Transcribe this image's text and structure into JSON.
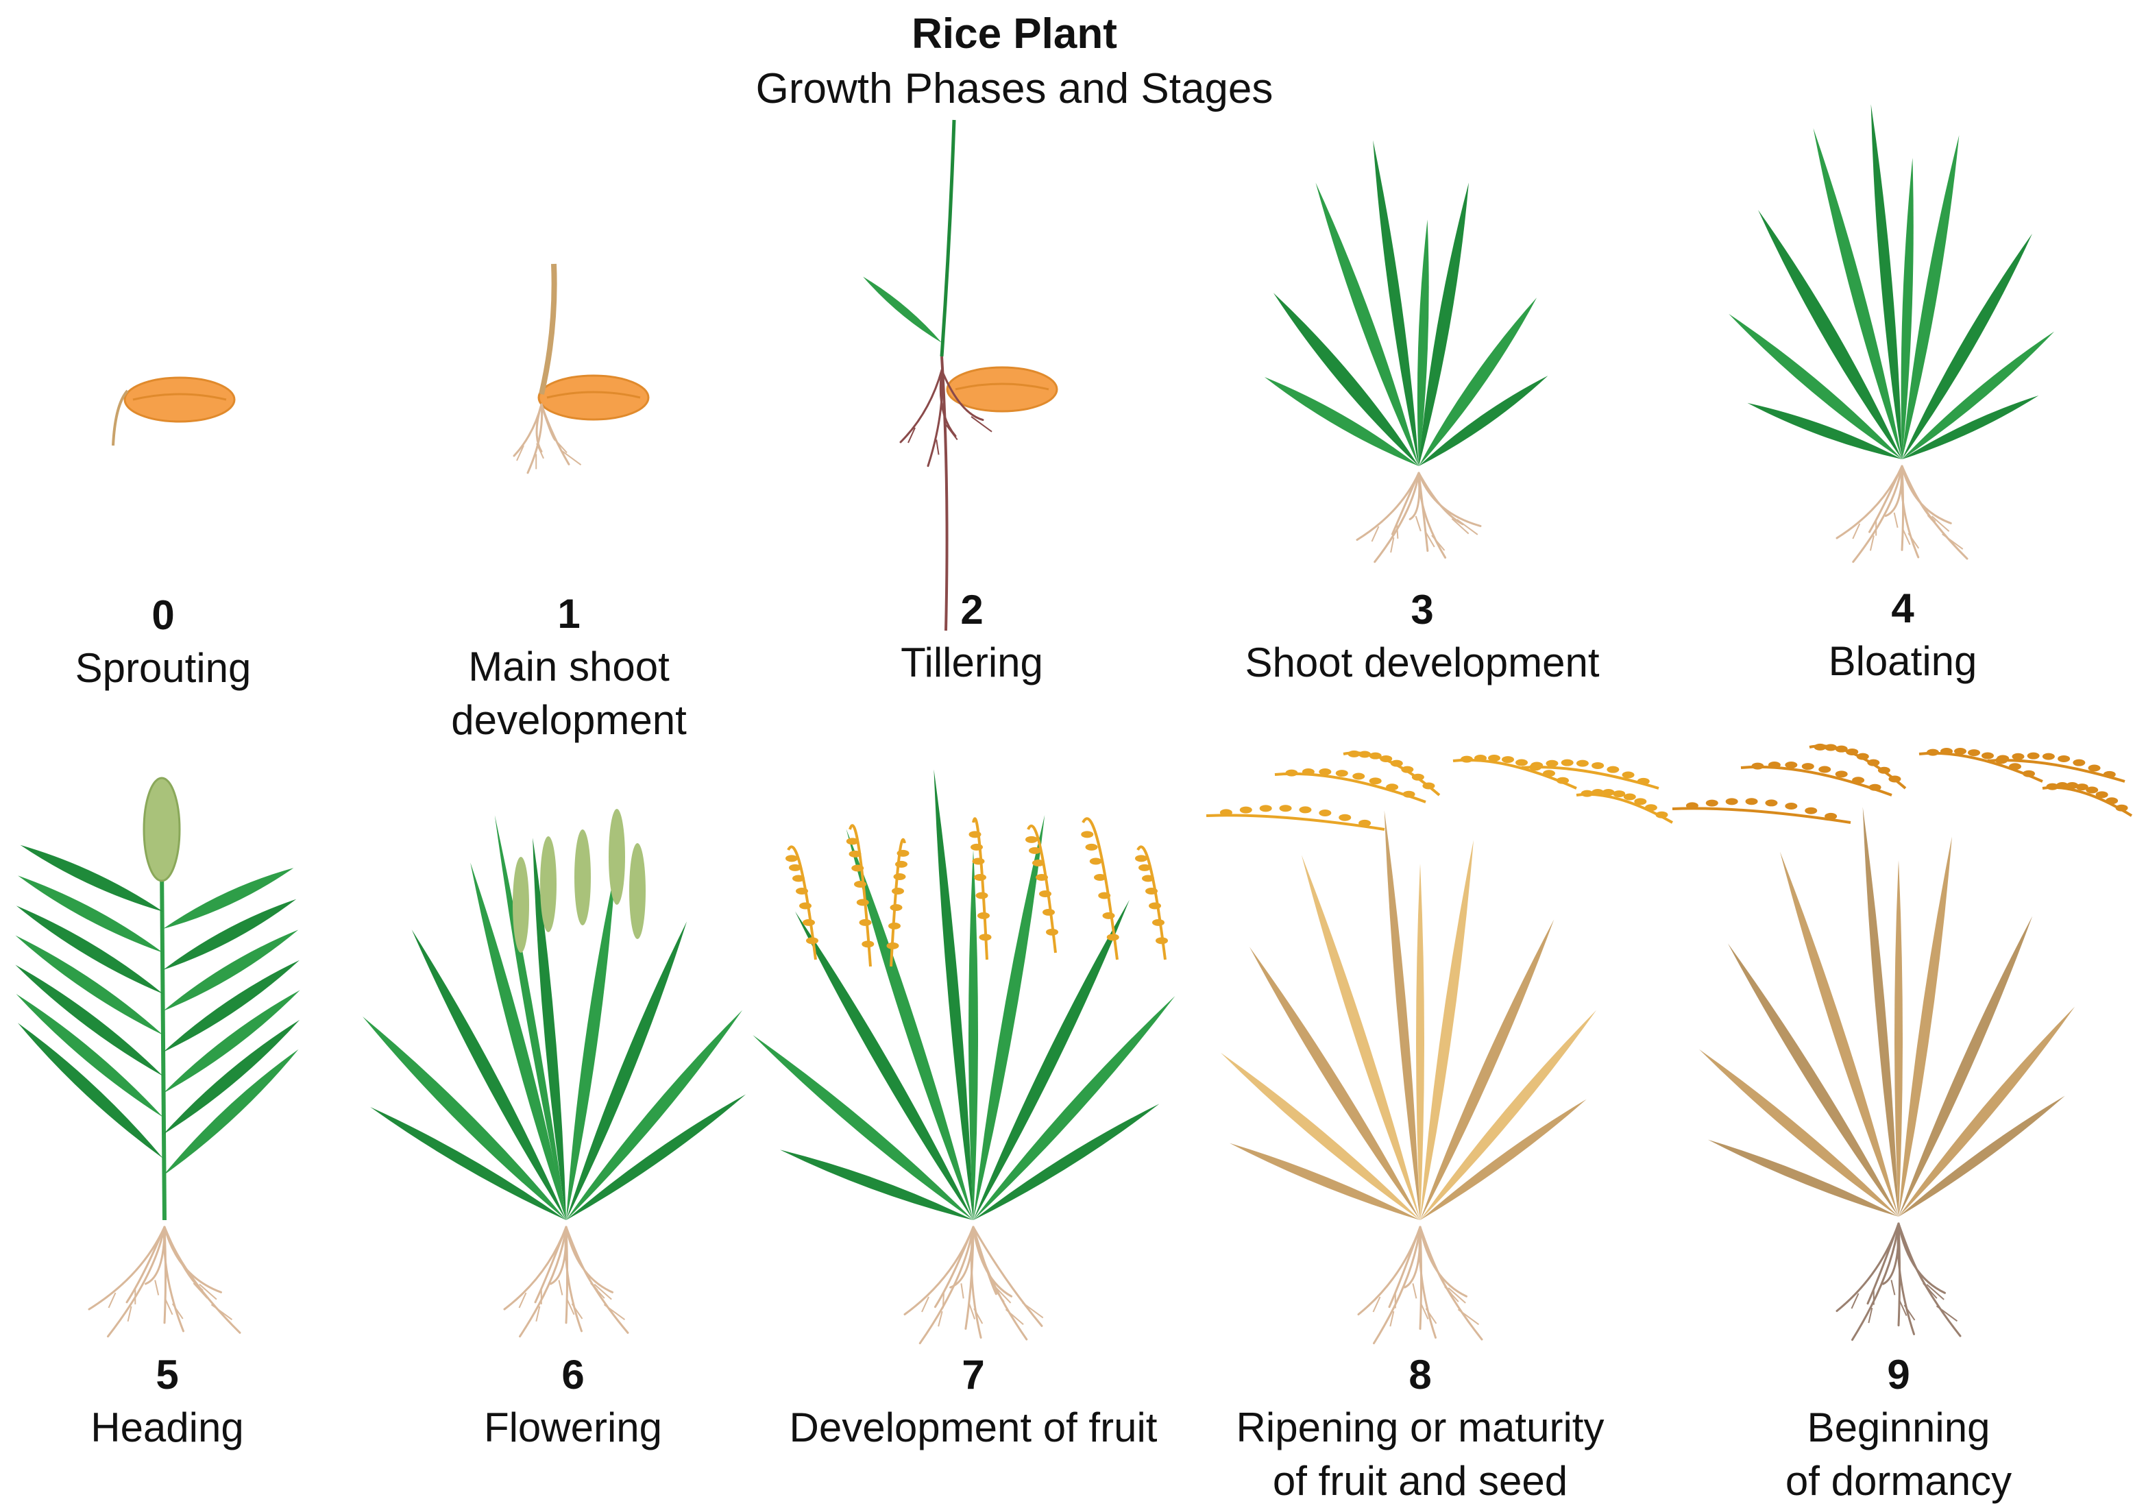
{
  "title": "Rice Plant",
  "subtitle": "Growth Phases and Stages",
  "colors": {
    "grain": "#f5a04a",
    "grain_outline": "#e08a2c",
    "green_dark": "#1f8a3a",
    "green_mid": "#2e9e48",
    "green_light": "#8ccf8a",
    "root": "#d9b89a",
    "root_red": "#8a4a4a",
    "gold": "#e9a526",
    "straw": "#e7c07a",
    "straw_dark": "#c9a26a",
    "panicle_green": "#a9c27a"
  },
  "stages": [
    {
      "number": "0",
      "name": "Sprouting"
    },
    {
      "number": "1",
      "name": "Main shoot\ndevelopment"
    },
    {
      "number": "2",
      "name": "Tillering"
    },
    {
      "number": "3",
      "name": "Shoot development"
    },
    {
      "number": "4",
      "name": "Bloating"
    },
    {
      "number": "5",
      "name": "Heading"
    },
    {
      "number": "6",
      "name": "Flowering"
    },
    {
      "number": "7",
      "name": "Development of fruit"
    },
    {
      "number": "8",
      "name": "Ripening or maturity\nof fruit and seed"
    },
    {
      "number": "9",
      "name": "Beginning\nof dormancy"
    }
  ]
}
